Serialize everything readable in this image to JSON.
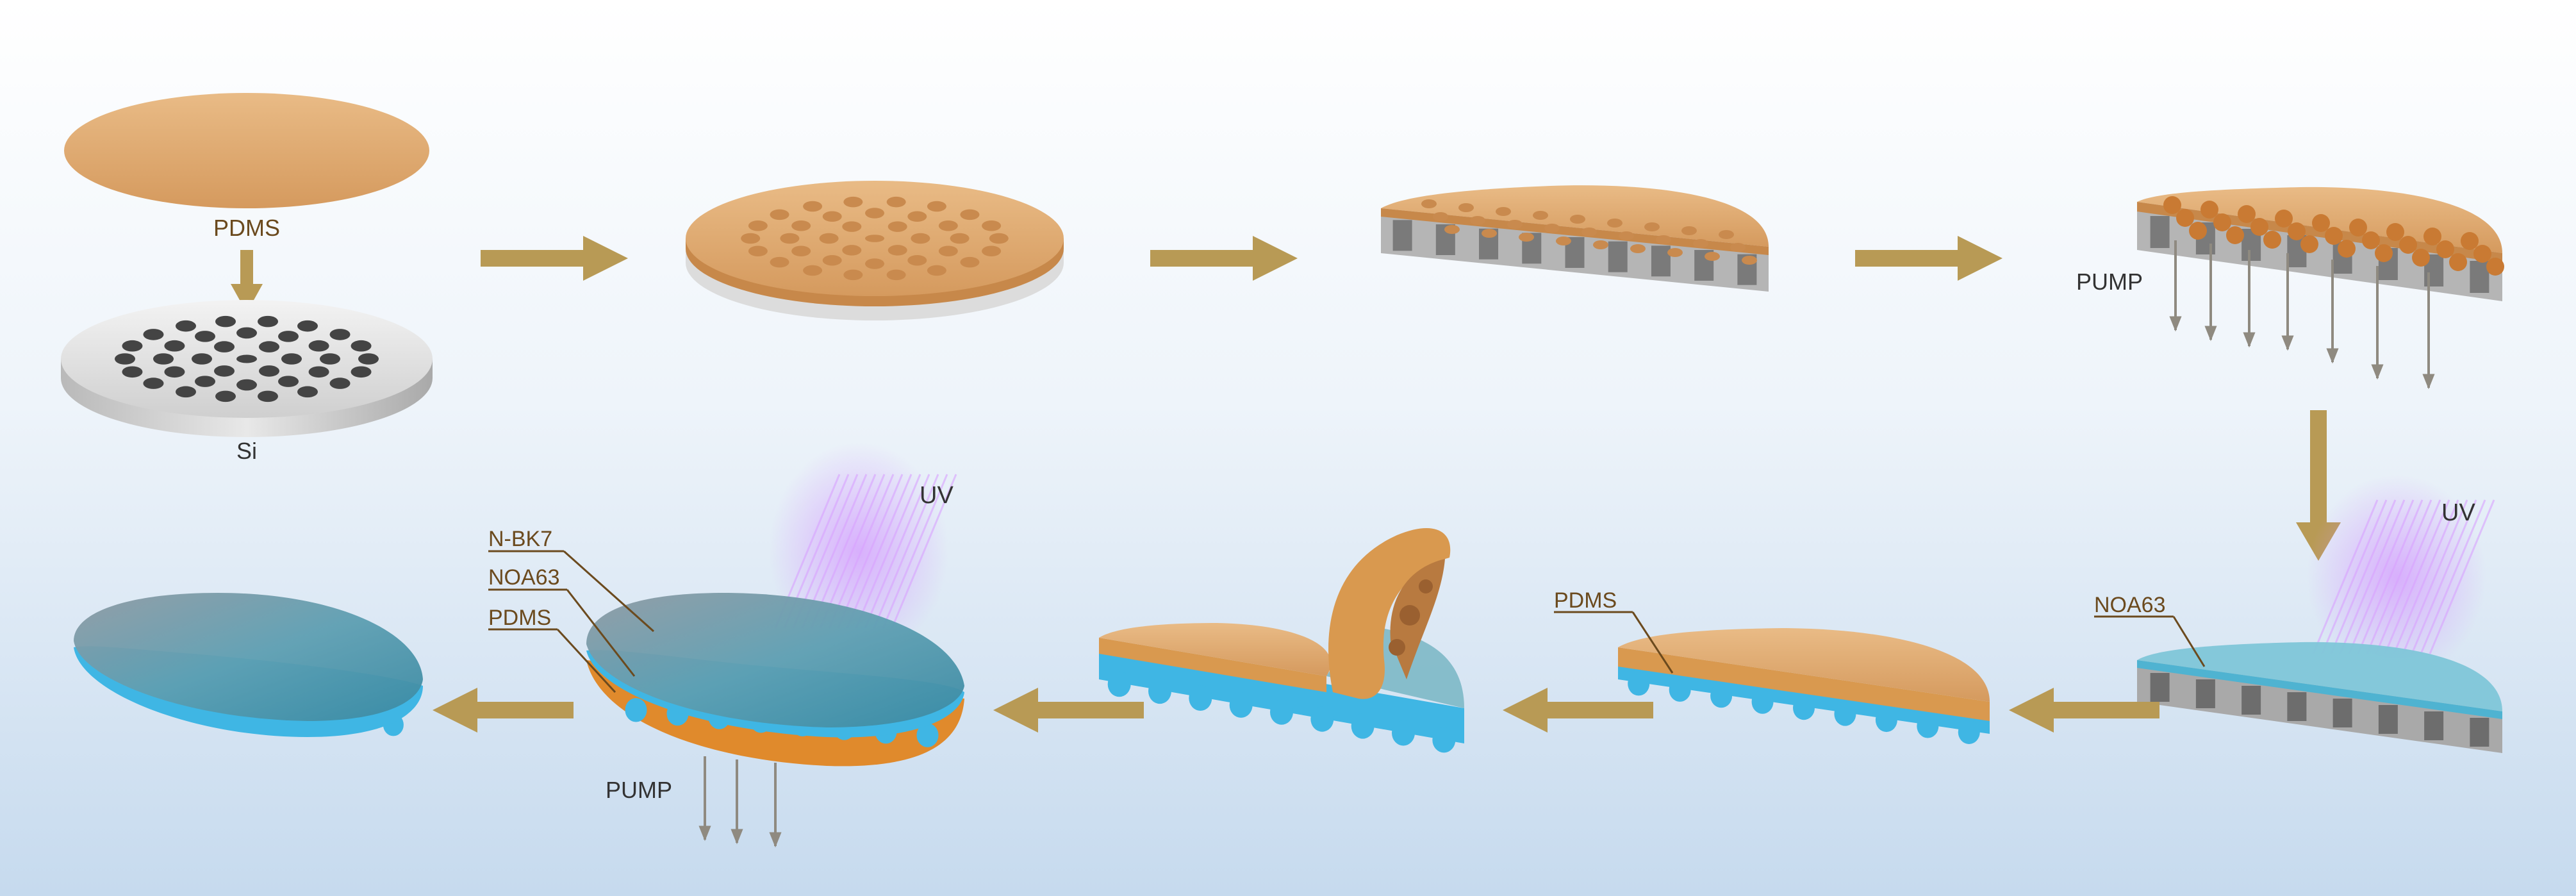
{
  "labels": {
    "pdms_top": "PDMS",
    "si": "Si",
    "pump_top": "PUMP",
    "uv_right": "UV",
    "noa63_right": "NOA63",
    "pdms_mid": "PDMS",
    "uv_left": "UV",
    "nbk7": "N-BK7",
    "noa63_left": "NOA63",
    "pdms_left": "PDMS",
    "pump_bottom": "PUMP"
  },
  "colors": {
    "pdms": "#dba36c",
    "pdms_dark": "#b8773a",
    "silicon": "#d9d9d9",
    "noa63": "#3fb6e4",
    "glass": "#6fa6b6",
    "arrow": "#b89a55",
    "uv": "#c98bff",
    "label": "#7a4b0f",
    "background_top": "#ffffff",
    "background_bottom": "#cfe0f0"
  }
}
